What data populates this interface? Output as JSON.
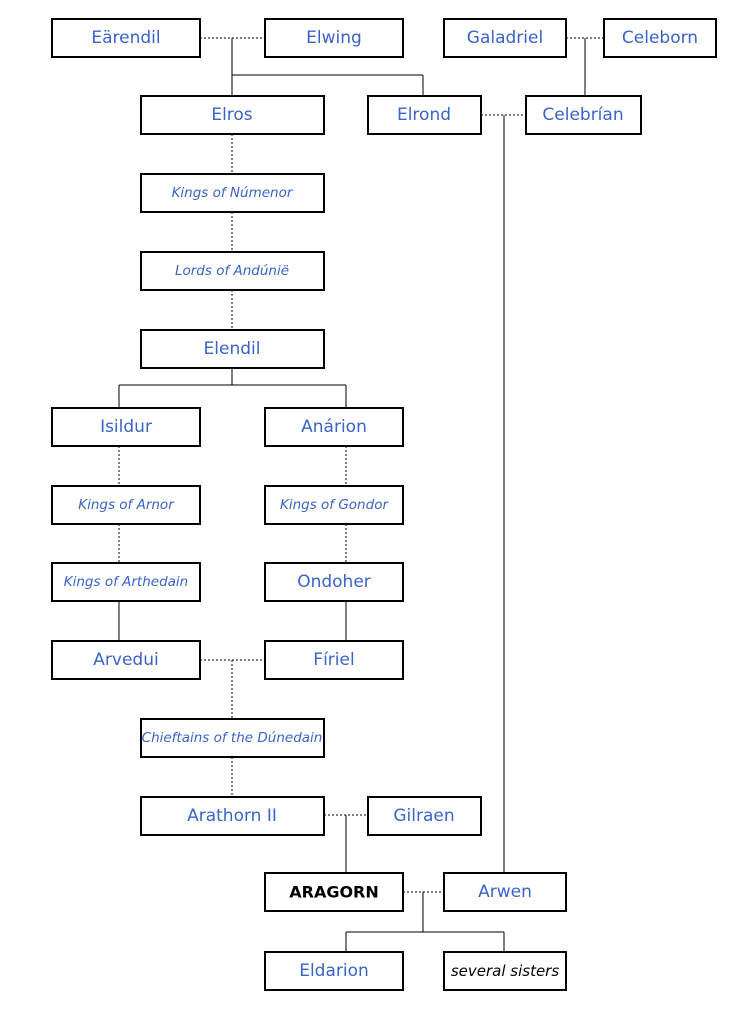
{
  "colors": {
    "link": "#3a64c8",
    "text": "#000000",
    "border": "#000000"
  },
  "nodes": {
    "earendil": "Eärendil",
    "elwing": "Elwing",
    "galadriel": "Galadriel",
    "celeborn": "Celeborn",
    "elros": "Elros",
    "elrond": "Elrond",
    "celebrian": "Celebrían",
    "kings_numenor": "Kings of Númenor",
    "lords_andunie": "Lords of Andúnië",
    "elendil": "Elendil",
    "isildur": "Isildur",
    "anarion": "Anárion",
    "kings_arnor": "Kings of Arnor",
    "kings_gondor": "Kings of Gondor",
    "kings_arthedain": "Kings of Arthedain",
    "ondoher": "Ondoher",
    "arvedui": "Arvedui",
    "firiel": "Fíriel",
    "chieftains": "Chieftains of the Dúnedain",
    "arathorn": "Arathorn II",
    "gilraen": "Gilraen",
    "aragorn": "ARAGORN",
    "arwen": "Arwen",
    "eldarion": "Eldarion",
    "sisters": "several sisters"
  }
}
